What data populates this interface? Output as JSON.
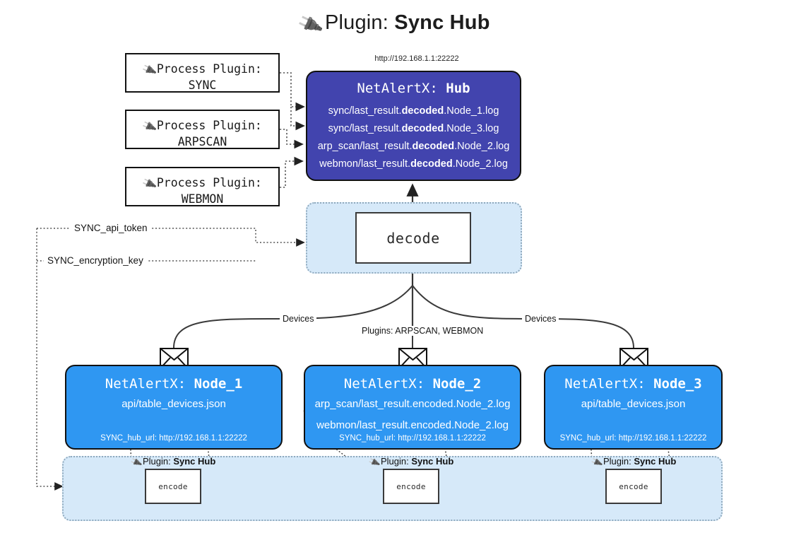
{
  "title": {
    "icon": "plug-icon",
    "prefix": "Plugin:",
    "name": "Sync Hub"
  },
  "hub": {
    "url": "http://192.168.1.1:22222",
    "title_prefix": "NetAlertX:",
    "title_name": "Hub",
    "logs": [
      {
        "pre": "sync/last_result.",
        "mid": "decoded",
        "post": ".Node_1.log"
      },
      {
        "pre": "sync/last_result.",
        "mid": "decoded",
        "post": ".Node_3.log"
      },
      {
        "pre": "arp_scan/last_result.",
        "mid": "decoded",
        "post": ".Node_2.log"
      },
      {
        "pre": "webmon/last_result.",
        "mid": "decoded",
        "post": ".Node_2.log"
      }
    ]
  },
  "process_plugins": [
    {
      "icon": "plug-icon",
      "line1": "Process Plugin:",
      "line2": "SYNC"
    },
    {
      "icon": "plug-icon",
      "line1": "Process Plugin:",
      "line2": "ARPSCAN"
    },
    {
      "icon": "plug-icon",
      "line1": "Process Plugin:",
      "line2": "WEBMON"
    }
  ],
  "decode": {
    "label": "decode"
  },
  "tokens": [
    {
      "label": "SYNC_api_token"
    },
    {
      "label": "SYNC_encryption_key"
    }
  ],
  "edge_labels": {
    "left_devices": "Devices",
    "right_devices": "Devices",
    "center_plugins": "Plugins: ARPSCAN, WEBMON"
  },
  "nodes": [
    {
      "icon": "envelope-icon",
      "title_prefix": "NetAlertX:",
      "title_name": "Node_1",
      "lines": [
        "api/table_devices.json"
      ],
      "footer": "SYNC_hub_url: http://192.168.1.1:22222"
    },
    {
      "icon": "envelope-icon",
      "title_prefix": "NetAlertX:",
      "title_name": "Node_2",
      "lines": [
        "arp_scan/last_result.encoded.Node_2.log",
        "webmon/last_result.encoded.Node_2.log"
      ],
      "footer": "SYNC_hub_url: http://192.168.1.1:22222"
    },
    {
      "icon": "envelope-icon",
      "title_prefix": "NetAlertX:",
      "title_name": "Node_3",
      "lines": [
        "api/table_devices.json"
      ],
      "footer": "SYNC_hub_url: http://192.168.1.1:22222"
    }
  ],
  "encoders": [
    {
      "caption_icon": "plug-icon",
      "caption_prefix": "Plugin:",
      "caption_name": "Sync Hub",
      "label": "encode"
    },
    {
      "caption_icon": "plug-icon",
      "caption_prefix": "Plugin:",
      "caption_name": "Sync Hub",
      "label": "encode"
    },
    {
      "caption_icon": "plug-icon",
      "caption_prefix": "Plugin:",
      "caption_name": "Sync Hub",
      "label": "encode"
    }
  ],
  "colors": {
    "hub_fill": "#4244ae",
    "node_fill": "#2f97f2",
    "container_fill": "#d6e9f9",
    "stroke": "#111111",
    "container_stroke": "#8fa9bd"
  }
}
